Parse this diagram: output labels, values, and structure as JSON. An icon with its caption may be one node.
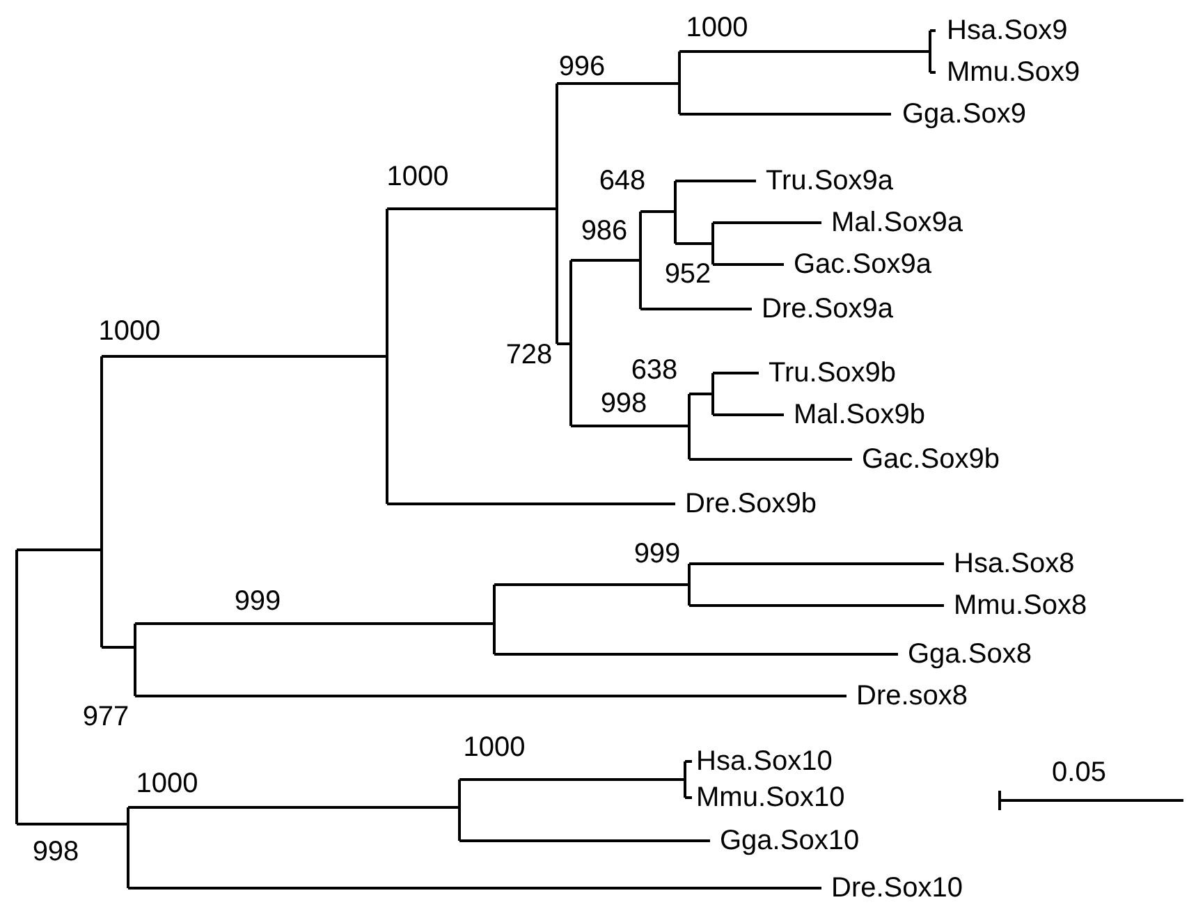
{
  "diagram": {
    "labels": [
      "1000",
      "Hsa.Sox9",
      "996",
      "Mmu.Sox9",
      "Gga.Sox9",
      "1000",
      "648",
      "Tru.Sox9a",
      "986",
      "Mal.Sox9a",
      "Gac.Sox9a",
      "952",
      "Dre.Sox9a",
      "1000",
      "728",
      "638",
      "Tru.Sox9b",
      "998",
      "Mal.Sox9b",
      "Gac.Sox9b",
      "Dre.Sox9b",
      "999",
      "Hsa.Sox8",
      "999",
      "Mmu.Sox8",
      "Gga.Sox8",
      "977",
      "Dre.sox8",
      "1000",
      "Hsa.Sox10",
      "0.05",
      "1000",
      "Mmu.Sox10",
      "998",
      "Gga.Sox10",
      "Dre.Sox10"
    ]
  }
}
